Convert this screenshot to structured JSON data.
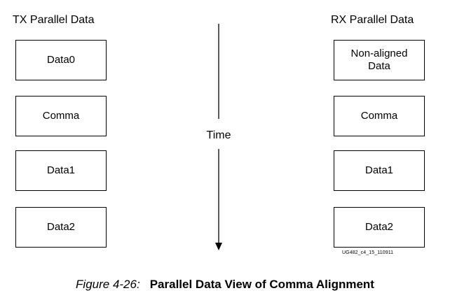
{
  "tx": {
    "title": "TX Parallel Data",
    "blocks": [
      "Data0",
      "Comma",
      "Data1",
      "Data2"
    ]
  },
  "rx": {
    "title": "RX Parallel Data",
    "blocks": [
      "Non-aligned Data",
      "Comma",
      "Data1",
      "Data2"
    ]
  },
  "time_axis": {
    "label": "Time",
    "direction": "down"
  },
  "figure": {
    "id_tag": "UG482_c4_15_110911",
    "number": "Figure 4-26:",
    "title": "Parallel Data View of Comma Alignment"
  }
}
